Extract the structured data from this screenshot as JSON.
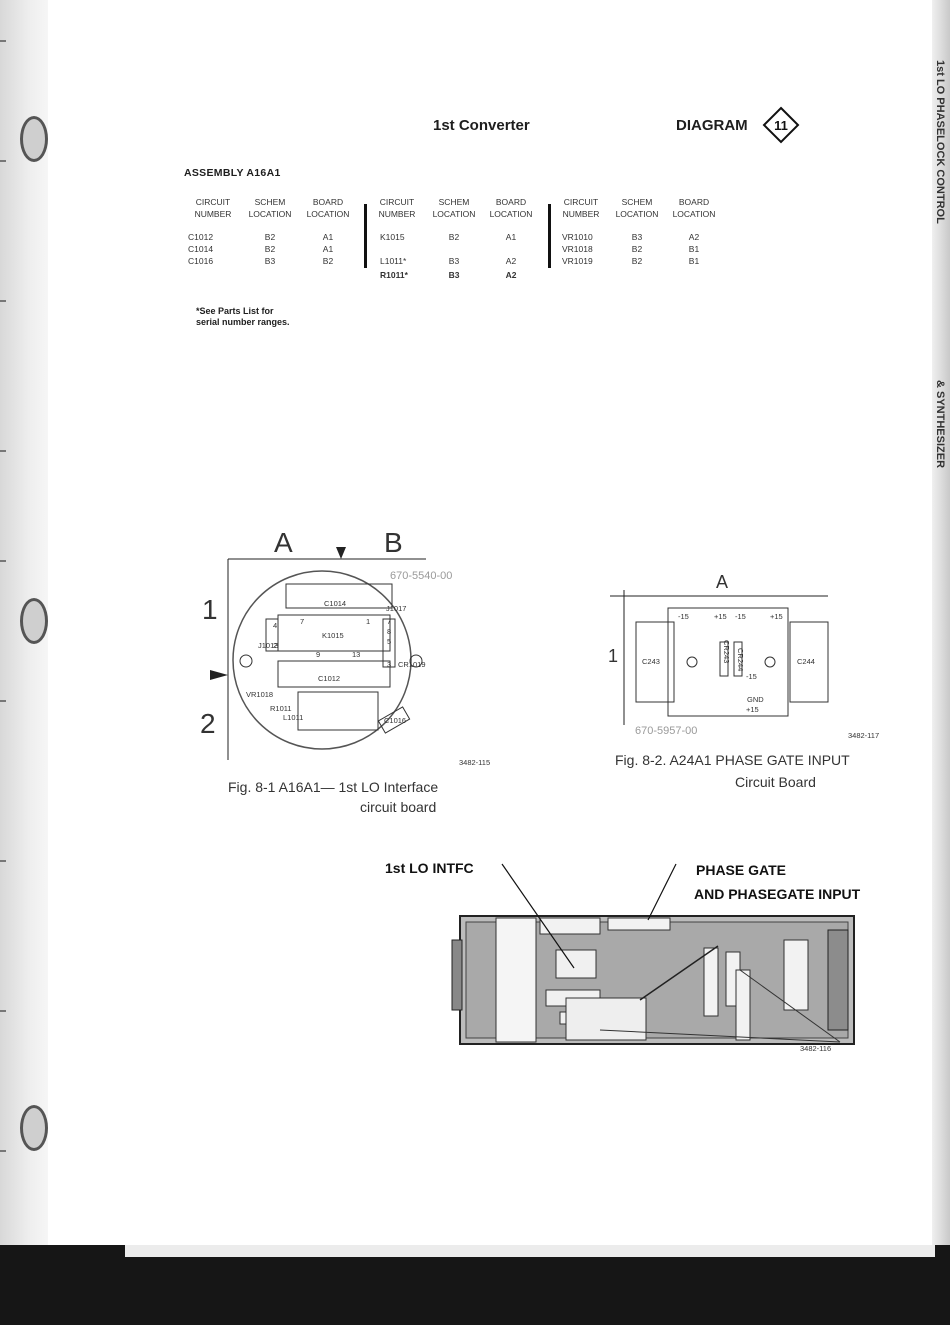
{
  "header": {
    "title": "1st Converter",
    "diagram_label": "DIAGRAM",
    "diagram_number": "11"
  },
  "side_tabs": [
    "1st LO PHASELOCK CONTROL",
    "& SYNTHESIZER"
  ],
  "assembly": {
    "title": "ASSEMBLY A16A1",
    "headers": [
      [
        "CIRCUIT",
        "NUMBER"
      ],
      [
        "SCHEM",
        "LOCATION"
      ],
      [
        "BOARD",
        "LOCATION"
      ]
    ],
    "groups": [
      [
        [
          "C1012",
          "B2",
          "A1"
        ],
        [
          "C1014",
          "B2",
          "A1"
        ],
        [
          "C1016",
          "B3",
          "B2"
        ]
      ],
      [
        [
          "K1015",
          "B2",
          "A1"
        ],
        [
          "L1011*",
          "B3",
          "A2"
        ],
        [
          "R1011*",
          "B3",
          "A2"
        ]
      ],
      [
        [
          "VR1010",
          "B3",
          "A2"
        ],
        [
          "VR1018",
          "B2",
          "B1"
        ],
        [
          "VR1019",
          "B2",
          "B1"
        ]
      ]
    ],
    "footnote": [
      "*See Parts List for",
      "serial number ranges."
    ]
  },
  "fig1": {
    "grid_cols": [
      "A",
      "B"
    ],
    "grid_rows": [
      "1",
      "2"
    ],
    "board_part": "670-5540-00",
    "labels": {
      "c1014": "C1014",
      "k1015": "K1015",
      "c1012": "C1012",
      "j1017": "J1017",
      "j1013": "J1013",
      "cr1019": "CR1019",
      "vr1018": "VR1018",
      "r1011": "R1011",
      "l1011": "L1011",
      "c1016": "C1016",
      "pin7a": "7",
      "pin1": "1",
      "pin9": "9",
      "pin13": "13",
      "pin7b": "7",
      "pin8": "8",
      "pin5": "5",
      "pin3": "3",
      "pin2": "2",
      "pin4": "4"
    },
    "ref": "3482-115",
    "caption_line1": "Fig. 8-1  A16A1— 1st LO Interface",
    "caption_line2": "circuit board"
  },
  "fig2": {
    "grid_col": "A",
    "grid_row": "1",
    "board_part": "670-5957-00",
    "labels": {
      "c243": "C243",
      "c244": "C244",
      "cr243": "CR243",
      "cr244": "CR244",
      "p15a": "-15",
      "p15b": "+15",
      "p15c": "-15",
      "p15d": "+15",
      "m15": "-15",
      "gnd": "GND",
      "p15e": "+15"
    },
    "ref": "3482-117",
    "caption_line1": "Fig. 8-2.  A24A1  PHASE GATE INPUT",
    "caption_line2": "Circuit Board"
  },
  "fig3": {
    "callout_left": "1st LO INTFC",
    "callout_right1": "PHASE GATE",
    "callout_right2": "AND PHASEGATE INPUT",
    "ref": "3482-116"
  }
}
